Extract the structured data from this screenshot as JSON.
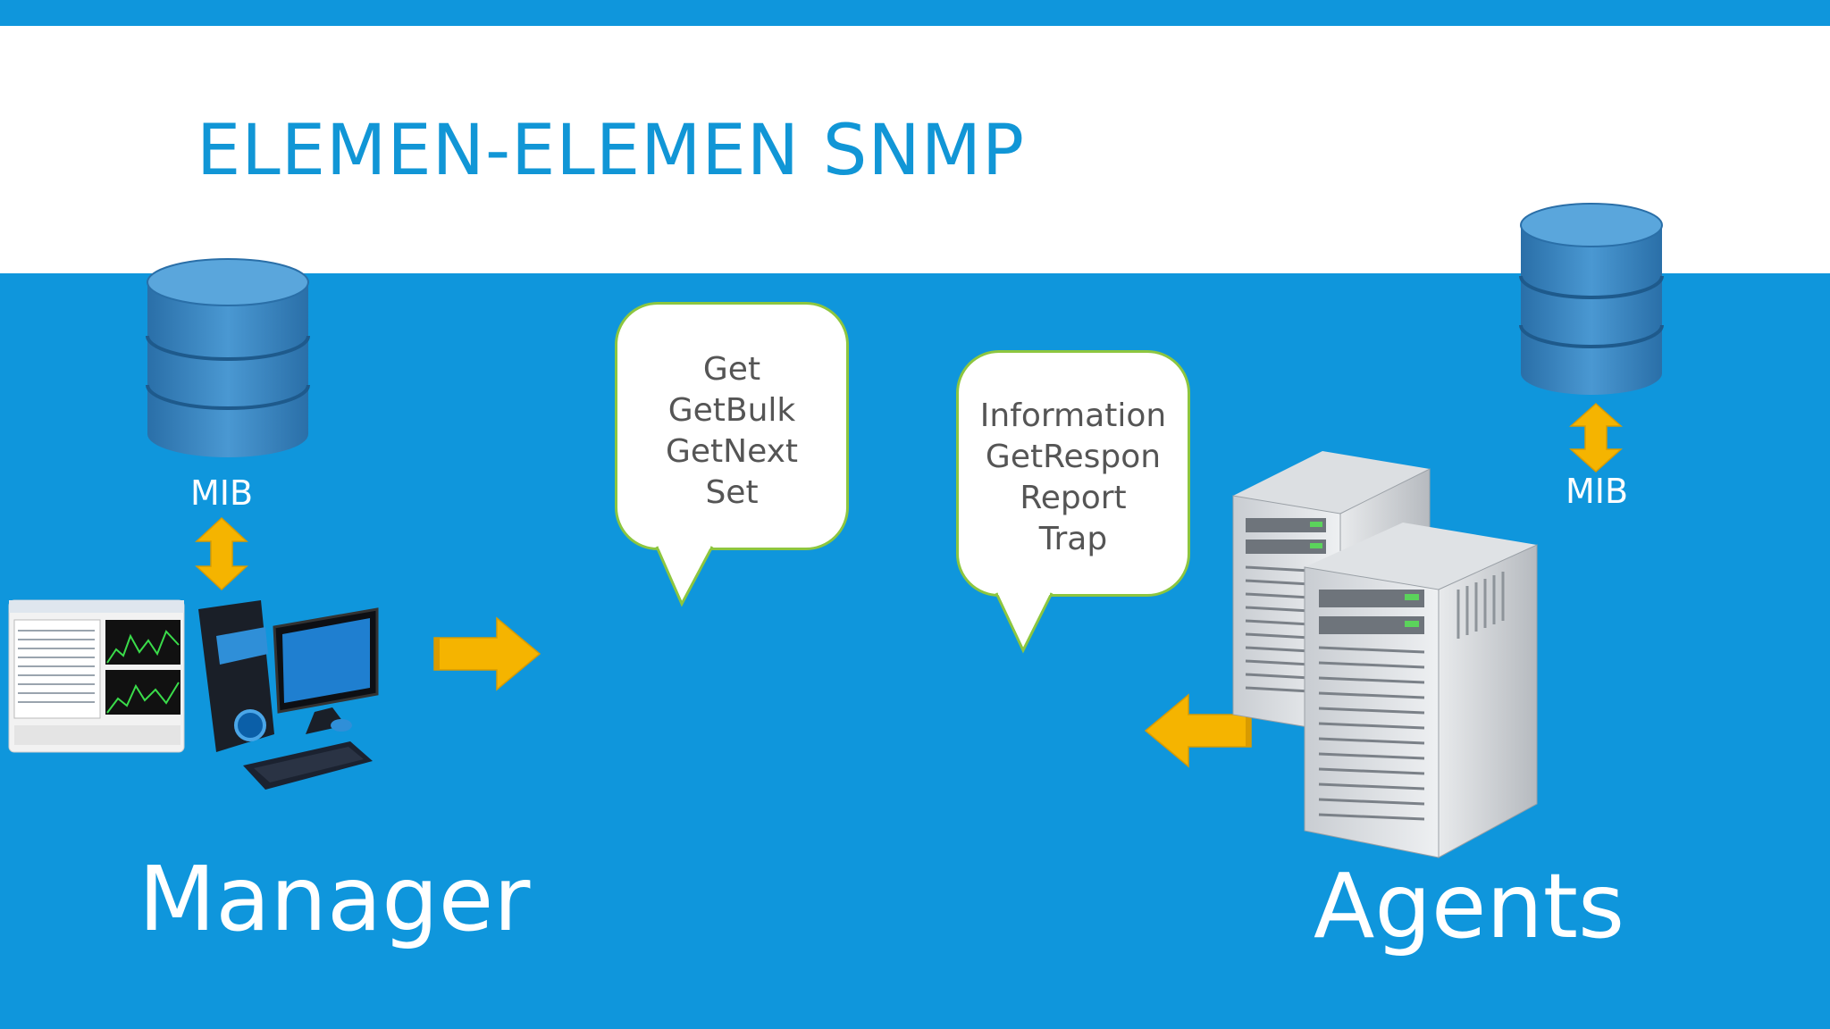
{
  "title": "ELEMEN-ELEMEN SNMP",
  "manager": {
    "label": "Manager",
    "mib_label": "MIB",
    "monitor_screen": "manager-console-screenshot"
  },
  "agents": {
    "label": "Agents",
    "mib_label": "MIB"
  },
  "requests_bubble": {
    "lines": [
      "Get",
      "GetBulk",
      "GetNext",
      "Set"
    ]
  },
  "responses_bubble": {
    "lines": [
      "Information",
      "GetRespon",
      "Report",
      "Trap"
    ]
  },
  "colors": {
    "background": "#0f96dc",
    "title_band": "#ffffff",
    "title_text": "#1196d6",
    "arrow": "#f5b400",
    "bubble_border": "#8dc63f",
    "database": "#2f7fbd"
  },
  "icons": {
    "database": "database-icon",
    "computer": "computer-icon",
    "server": "server-icon",
    "double_arrow": "double-arrow-icon",
    "right_arrow": "arrow-right-icon",
    "left_arrow": "arrow-left-icon"
  }
}
